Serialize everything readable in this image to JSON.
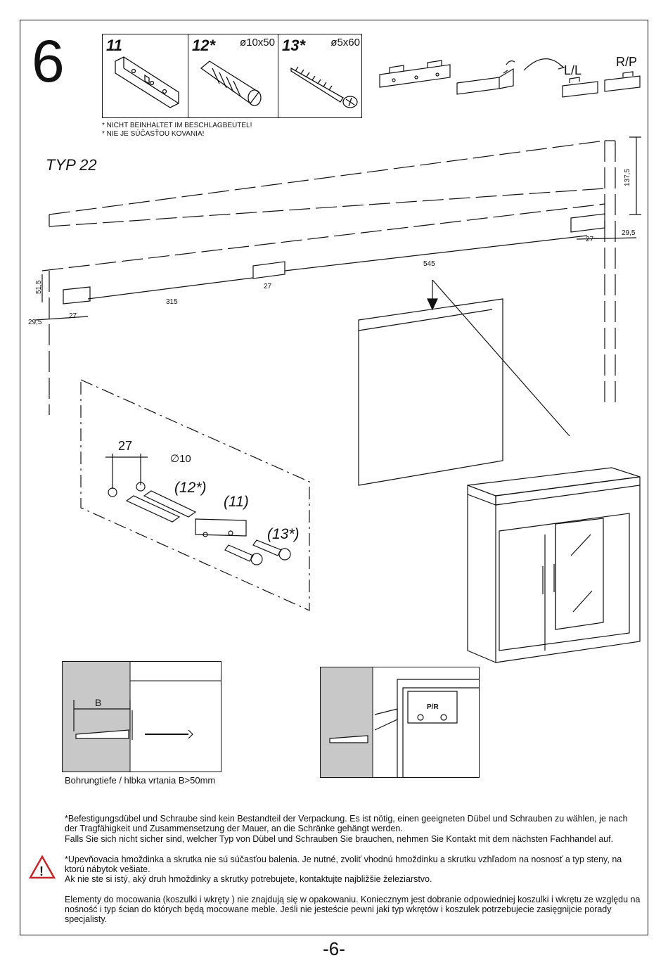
{
  "step": {
    "number": "6"
  },
  "parts": [
    {
      "id": "11",
      "size": ""
    },
    {
      "id": "12*",
      "size": "ø10x50"
    },
    {
      "id": "13*",
      "size": "ø5x60"
    }
  ],
  "notes": [
    "* NICHT BEINHALTET IM BESCHLAGBEUTEL!",
    "* NIE JE SÚČASŤOU KOVANIA!"
  ],
  "type_label": "TYP 22",
  "orientation": {
    "left": "L/L",
    "right": "R/P"
  },
  "dimensions": {
    "height_right": "137,5",
    "offset_right": "29,5",
    "bracket_right": "27",
    "span": "545",
    "height_left": "51,5",
    "span_left": "315",
    "bracket_mid": "27",
    "offset_left": "29,5",
    "bracket_left": "27"
  },
  "detail": {
    "spacing": "27",
    "diameter": "∅10",
    "label_dowel": "(12*)",
    "label_bracket": "(11)",
    "label_screw": "(13*)"
  },
  "section_labels": {
    "depth": "B",
    "bracket_side": "P/R"
  },
  "caption": "Bohrungtiefe / hlbka vrtania B>50mm",
  "paragraphs": {
    "de_1": "*Befestigungsdübel und Schraube sind kein Bestandteil der Verpackung. Es ist nötig, einen geeigneten Dübel und Schrauben zu wählen, je nach der Tragfähigkeit und Zusammensetzung der Mauer, an die Schränke gehängt werden.",
    "de_2": "Falls Sie sich nicht sicher sind, welcher Typ von Dübel und Schrauben Sie brauchen, nehmen Sie Kontakt mit dem nächsten Fachhandel auf.",
    "sk_1": "*Upevňovacia hmoždinka a skrutka nie sú súčasťou balenia. Je nutné, zvoliť vhodnú hmoždinku a skrutku vzhľadom na nosnosť a typ steny, na ktorú nábytok vešiate.",
    "sk_2": "Ak nie ste si istý, aký druh hmoždinky a skrutky potrebujete, kontaktujte najbližšie železiarstvo.",
    "pl_1": "Elementy do mocowania (koszulki i wkręty ) nie znajdują się w opakowaniu. Koniecznym jest dobranie odpowiedniej koszulki i wkrętu ze względu na nośność i typ ścian do których będą mocowane meble. Jeśli nie jesteście pewni jaki typ wkrętów i koszulek potrzebujecie zasięgnijcie porady specjalisty."
  },
  "warning_symbol": "!",
  "page_label": "-6-"
}
